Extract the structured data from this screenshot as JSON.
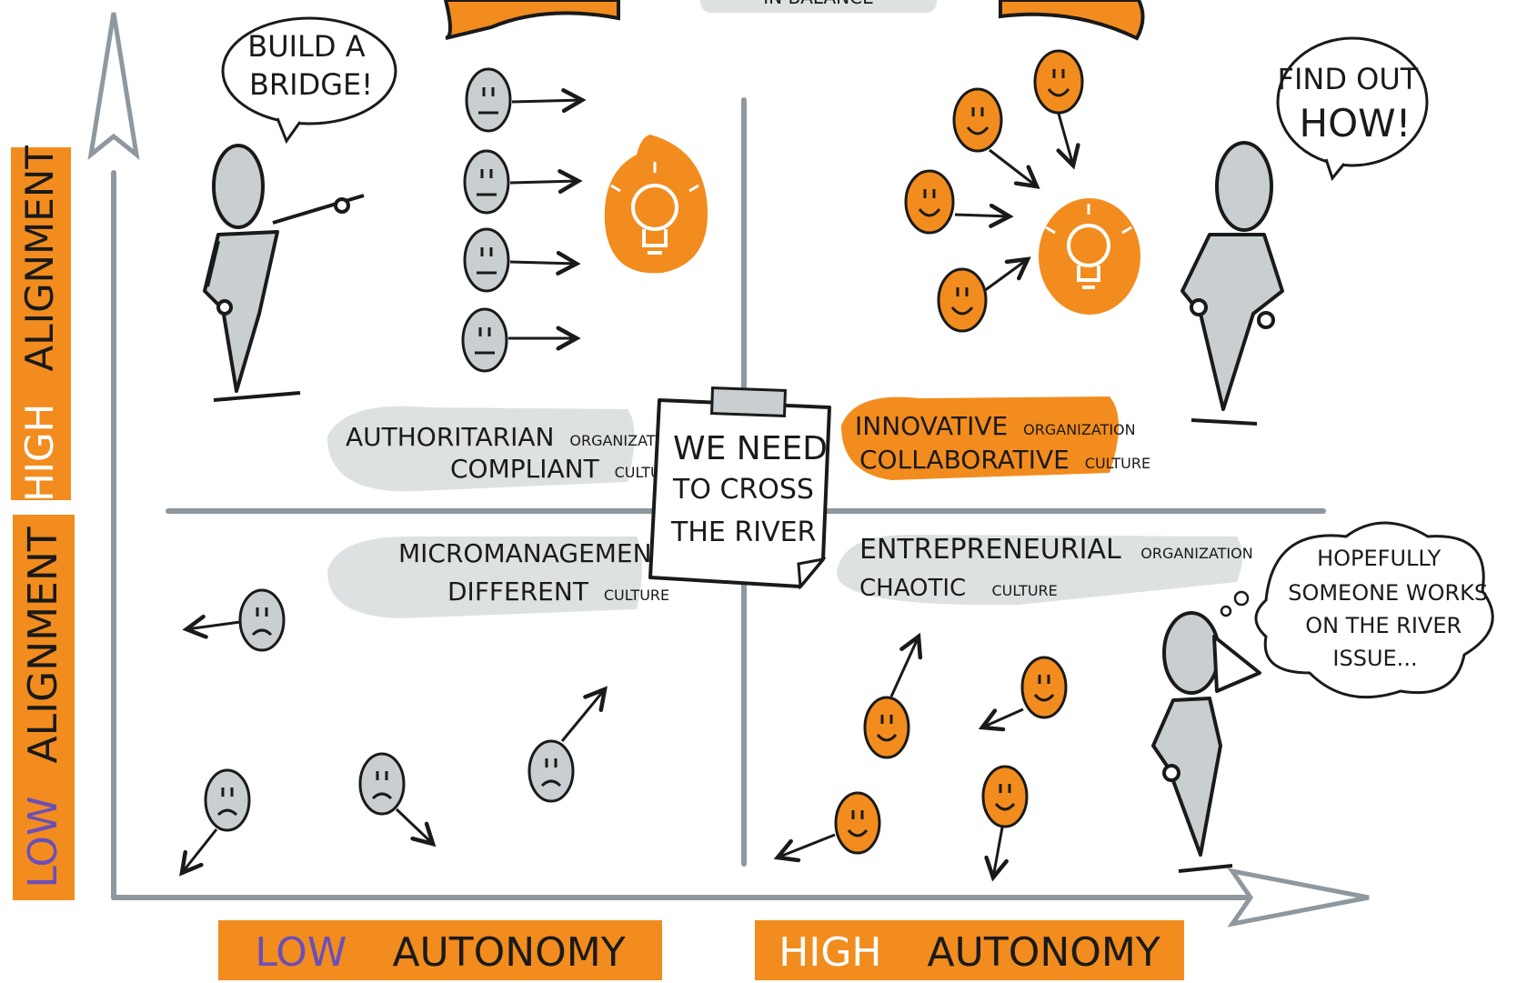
{
  "colors": {
    "orange": "#F28C1E",
    "grey_face": "#C9CFD1",
    "grey_axis": "#8E989E",
    "grey_cloud": "#DDE1E2",
    "ink": "#1A1A1A",
    "purple": "#6B4FB8",
    "white": "#FFFFFF"
  },
  "top_label_fragment": "IN BALANCE",
  "axis_left": {
    "high_word": "HIGH",
    "high_label": "ALIGNMENT",
    "low_word": "LOW",
    "low_label": "ALIGNMENT"
  },
  "axis_bottom": {
    "low_word": "LOW",
    "low_label": "AUTONOMY",
    "high_word": "HIGH",
    "high_label": "AUTONOMY"
  },
  "center_note": {
    "line1": "WE NEED",
    "line2": "TO CROSS",
    "line3": "THE RIVER"
  },
  "quadrants": {
    "top_left": {
      "speech": [
        "BUILD A",
        "BRIDGE!"
      ],
      "org_word": "AUTHORITARIAN",
      "org_small": "ORGANIZATION",
      "culture_word": "COMPLIANT",
      "culture_small": "CULTURE"
    },
    "top_right": {
      "speech": [
        "FIND OUT",
        "HOW!"
      ],
      "org_word": "INNOVATIVE",
      "org_small": "ORGANIZATION",
      "culture_word": "COLLABORATIVE",
      "culture_small": "CULTURE"
    },
    "bottom_left": {
      "org_word": "MICROMANAGEMENT",
      "culture_word": "DIFFERENT",
      "culture_small": "CULTURE"
    },
    "bottom_right": {
      "org_word": "ENTREPRENEURIAL",
      "org_small": "ORGANIZATION",
      "culture_word": "CHAOTIC",
      "culture_small": "CULTURE",
      "thought": [
        "HOPEFULLY",
        "SOMEONE WORKS",
        "ON THE RIVER",
        "ISSUE..."
      ]
    }
  },
  "icons": {
    "lightbulb": "lightbulb-icon",
    "neutral_face": "neutral-face-icon",
    "happy_face": "happy-face-icon",
    "sad_face": "sad-face-icon",
    "stick_figure": "stick-figure-icon",
    "arrow": "arrow-icon"
  }
}
